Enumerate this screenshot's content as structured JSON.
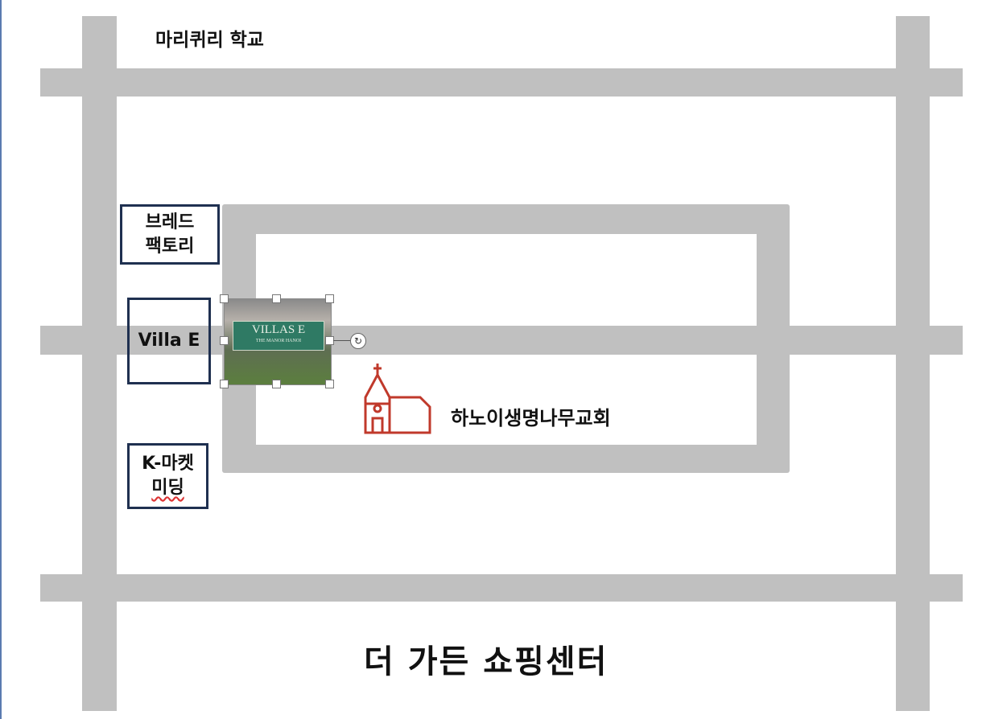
{
  "labels": {
    "school": "마리퀴리 학교",
    "bakery": [
      "브레드",
      "팩토리"
    ],
    "villa": "Villa E",
    "market": [
      "K-마켓",
      "미딩"
    ],
    "church": "하노이생명나무교회",
    "mall": "더 가든 쇼핑센터"
  },
  "photo": {
    "sign_title": "VILLAS E",
    "sign_subtitle": "THE MANOR HANOI"
  },
  "colors": {
    "road": "#c0c0c0",
    "box_border": "#1f3050",
    "church": "#c0392b"
  }
}
